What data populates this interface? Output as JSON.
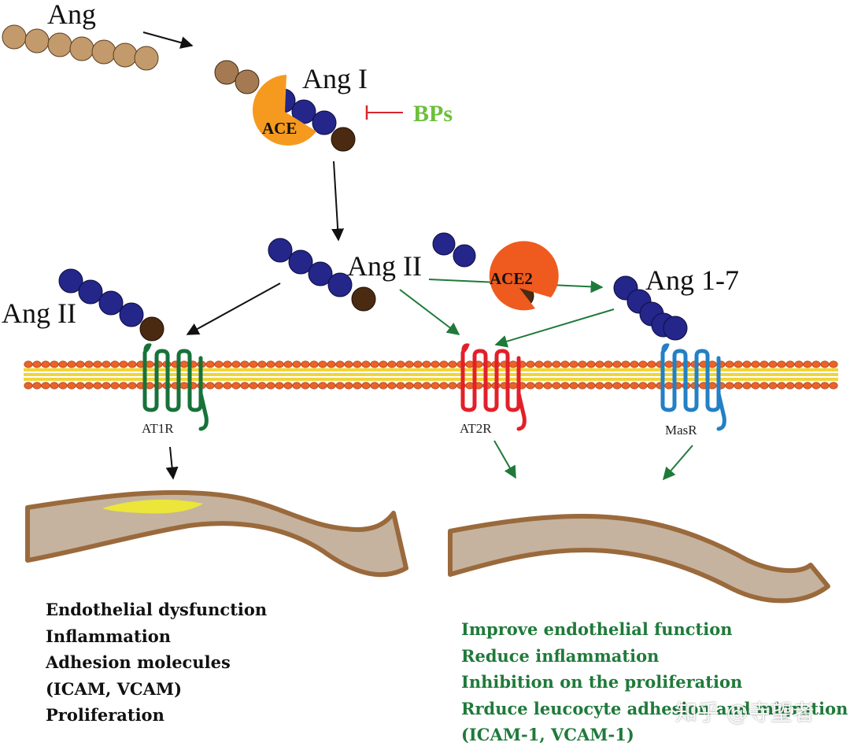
{
  "labels": {
    "ang": "Ang",
    "ang_i": "Ang I",
    "ace": "ACE",
    "bps": "BPs",
    "ang_ii_center": "Ang II",
    "ang_ii_left": "Ang II",
    "ace2": "ACE2",
    "ang_1_7": "Ang 1-7",
    "at1r": "AT1R",
    "at2r": "AT2R",
    "masr": "MasR"
  },
  "effects_left": [
    "Endothelial dysfunction",
    "Inflammation",
    "Adhesion molecules",
    "(ICAM, VCAM)",
    "Proliferation"
  ],
  "effects_right": [
    "Improve endothelial function",
    "Reduce inflammation",
    "Inhibition on the proliferation",
    "Rrduce leucocyte adhesion and migration",
    "(ICAM-1, VCAM-1)"
  ],
  "watermark": "知乎 @寺望者",
  "colors": {
    "peptide_tan": "#c39a6b",
    "peptide_dark_tan": "#a57a52",
    "peptide_blue": "#24268a",
    "peptide_brown": "#4b2a12",
    "ace_orange": "#f59a1f",
    "ace2_orange": "#ef5a1e",
    "inhibit_red": "#d8262a",
    "bps_green": "#6cbf3b",
    "pathway_green": "#1f7a3a",
    "at1r_green": "#17723a",
    "at2r_red": "#e2202a",
    "masr_blue": "#2380c4",
    "membrane_orange": "#e8642a",
    "membrane_yellow": "#f1d437",
    "vessel_wall": "#c5b39f",
    "vessel_edge": "#9a6a3c",
    "plaque_yellow": "#ece53a"
  }
}
